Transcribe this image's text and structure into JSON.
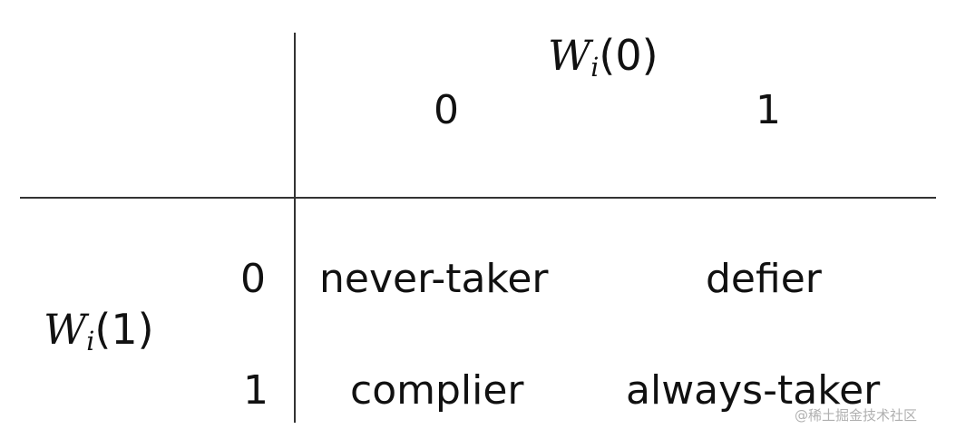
{
  "column_header": {
    "symbol": "W",
    "subscript": "i",
    "argument": "(0)",
    "values": [
      "0",
      "1"
    ]
  },
  "row_header": {
    "symbol": "W",
    "subscript": "i",
    "argument": "(1)",
    "values": [
      "0",
      "1"
    ]
  },
  "cells": [
    [
      "never-taker",
      "defier"
    ],
    [
      "complier",
      "always-taker"
    ]
  ],
  "watermark": "@稀土掘金技术社区"
}
